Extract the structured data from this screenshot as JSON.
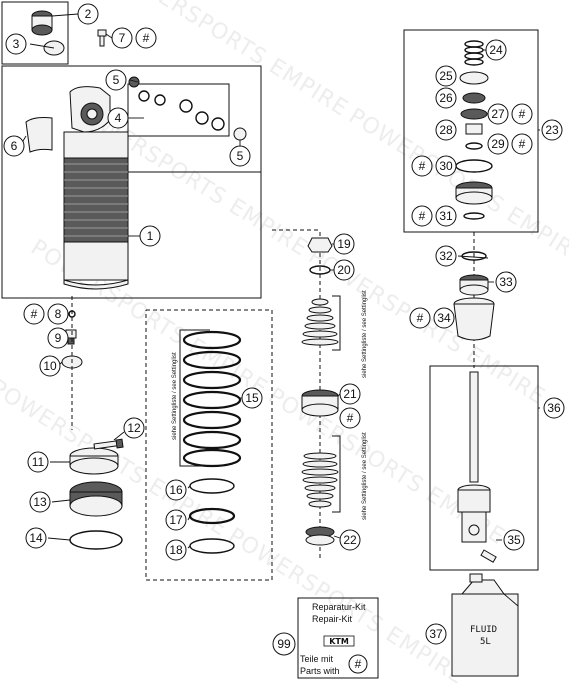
{
  "watermark": "POWERSPORTS EMPIRE",
  "callouts": {
    "c1": "1",
    "c2": "2",
    "c3": "3",
    "c4": "4",
    "c5a": "5",
    "c5b": "5",
    "c6": "6",
    "c7": "7",
    "c8": "8",
    "c9": "9",
    "c10": "10",
    "c11": "11",
    "c12": "12",
    "c13": "13",
    "c14": "14",
    "c15": "15",
    "c16": "16",
    "c17": "17",
    "c18": "18",
    "c19": "19",
    "c20": "20",
    "c21": "21",
    "c22": "22",
    "c23": "23",
    "c24": "24",
    "c25": "25",
    "c26": "26",
    "c27": "27",
    "c28": "28",
    "c29": "29",
    "c30": "30",
    "c31": "31",
    "c32": "32",
    "c33": "33",
    "c34": "34",
    "c35": "35",
    "c36": "36",
    "c37": "37",
    "c99": "99"
  },
  "hash_symbol": "#",
  "notes": {
    "setting_a": "siehe Settingliste / see Settinglist",
    "setting_b": "siehe Settingliste / see Settinglist",
    "setting_c": "siehe Settingliste / see Settinglist"
  },
  "kit": {
    "line1": "Reparatur-Kit",
    "line2": "Repair-Kit",
    "line3": "Teile mit",
    "line4": "Parts with",
    "logo": "KTM"
  },
  "can": {
    "line1": "FLUID",
    "line2": "5L"
  }
}
